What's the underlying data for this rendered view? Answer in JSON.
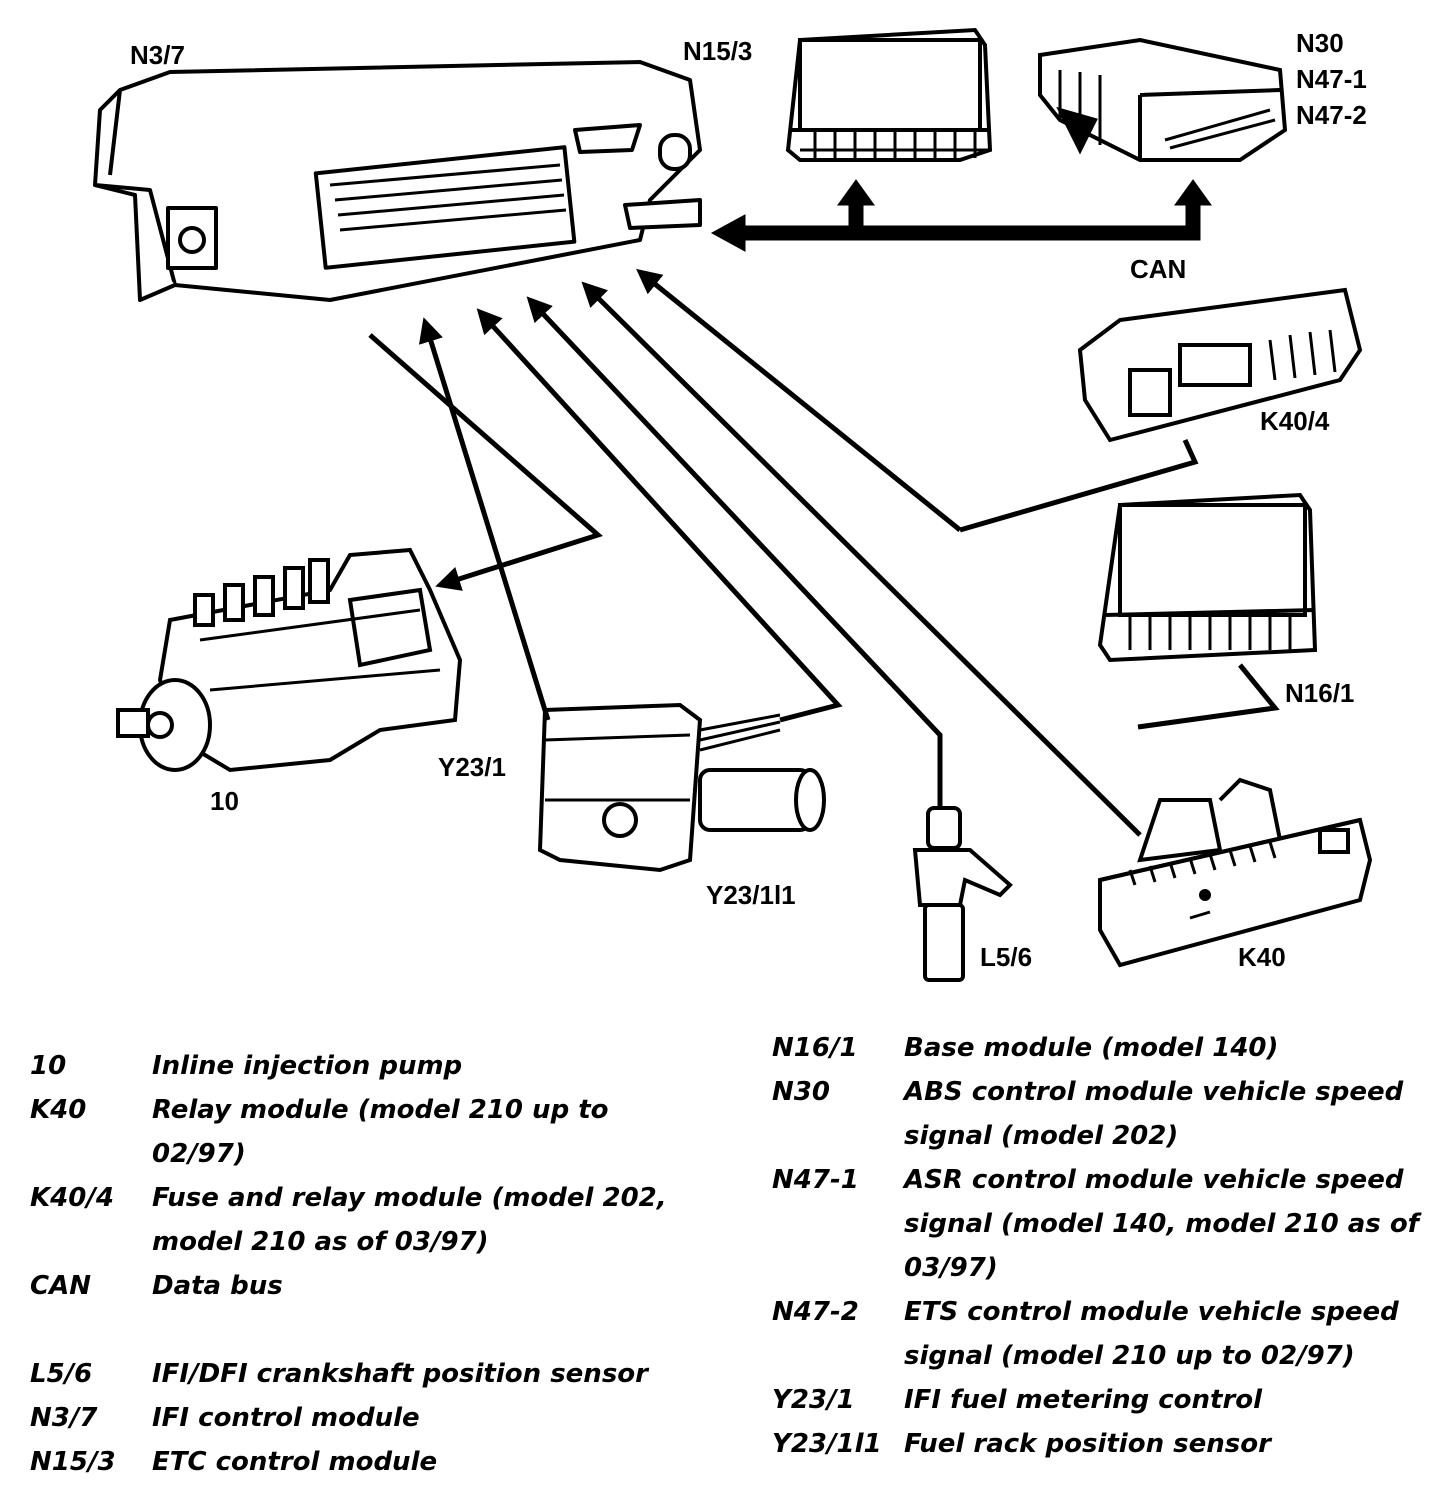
{
  "labels": {
    "n3_7": "N3/7",
    "n15_3": "N15/3",
    "n30": "N30",
    "n47_1": "N47-1",
    "n47_2": "N47-2",
    "can": "CAN",
    "k40_4": "K40/4",
    "n16_1": "N16/1",
    "y23_1": "Y23/1",
    "ten": "10",
    "y23_111": "Y23/1l1",
    "l5_6": "L5/6",
    "k40": "K40"
  },
  "legend_left": [
    {
      "code": "10",
      "desc": "Inline injection pump"
    },
    {
      "code": "K40",
      "desc": "Relay module (model 210 up to 02/97)"
    },
    {
      "code": "K40/4",
      "desc": "Fuse and relay module (model 202, model 210 as of 03/97)"
    },
    {
      "code": "CAN",
      "desc": "Data bus"
    },
    {
      "code": "L5/6",
      "desc": "IFI/DFI crankshaft position sensor"
    },
    {
      "code": "N3/7",
      "desc": "IFI control module"
    },
    {
      "code": "N15/3",
      "desc": "ETC control module"
    }
  ],
  "legend_right": [
    {
      "code": "N16/1",
      "desc": "Base module (model 140)"
    },
    {
      "code": "N30",
      "desc": "ABS control module vehicle speed signal (model 202)"
    },
    {
      "code": "N47-1",
      "desc": "ASR control module vehicle speed signal (model 140, model 210 as of 03/97)"
    },
    {
      "code": "N47-2",
      "desc": "ETS control module vehicle speed signal (model 210 up to 02/97)"
    },
    {
      "code": "Y23/1",
      "desc": "IFI fuel metering control"
    },
    {
      "code": "Y23/1l1",
      "desc": "Fuel rack position sensor"
    }
  ]
}
